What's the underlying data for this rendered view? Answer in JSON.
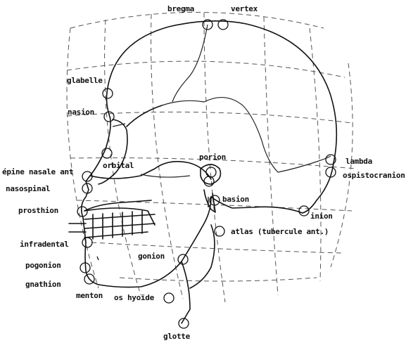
{
  "landmarks": {
    "bregma": "bregma",
    "vertex": "vertex",
    "glabelle": "glabelle",
    "nasion": "nasion",
    "orbital": "orbital",
    "porion": "porion",
    "lambda": "lambda",
    "ospistocranion": "ospistocranion",
    "epine_nasale_ant": "épine nasale ant",
    "nasospinal": "nasospinal",
    "basion": "basion",
    "prosthion": "prosthion",
    "inion": "inion",
    "atlas": "atlas (tubercule ant.)",
    "infradental": "infradental",
    "gonion": "gonion",
    "pogonion": "pogonion",
    "gnathion": "gnathion",
    "menton": "menton",
    "os_hyoide": "os hyoïde",
    "glotte": "glotte"
  }
}
